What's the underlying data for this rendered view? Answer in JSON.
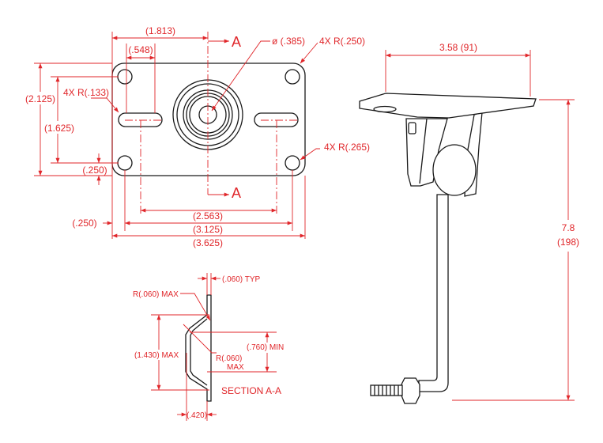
{
  "top_view": {
    "dim_1813": "(1.813)",
    "dim_548": "(.548)",
    "section_marker": "A",
    "hole_dia": "ø (.385)",
    "corner_radius": "4X R(.250)",
    "slot_radius": "4X R(.133)",
    "hole_radius": "4X R(.265)",
    "dim_2125": "(2.125)",
    "dim_1625": "(1.625)",
    "dim_250_v": "(.250)",
    "dim_250_h": "(.250)",
    "dim_2563": "(2.563)",
    "dim_3125": "(3.125)",
    "dim_3625": "(3.625)"
  },
  "section_view": {
    "thickness": "(.060) TYP",
    "radius_top": "R(.060) MAX",
    "height_max": "(1.430) MAX",
    "radius_inner_1": "R(.060)",
    "radius_inner_2": "MAX",
    "depth_min": "(.760) MIN",
    "title": "SECTION A-A",
    "offset": "(.420)"
  },
  "iso_view": {
    "width": "3.58 (91)",
    "height_in": "7.8",
    "height_mm": "(198)"
  },
  "colors": {
    "dimension": "#e0262a",
    "outline": "#1a1a1a"
  }
}
